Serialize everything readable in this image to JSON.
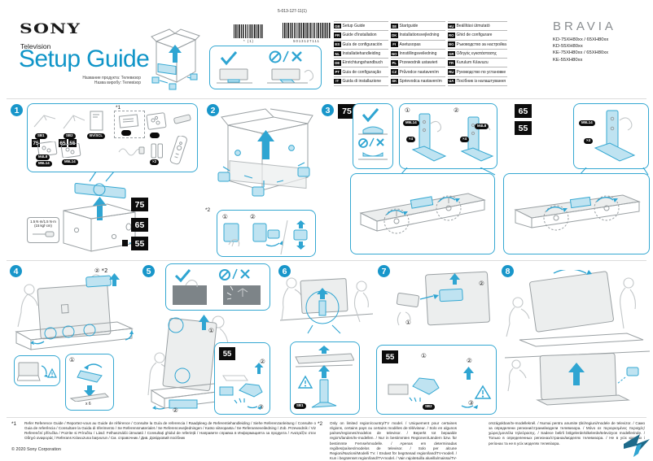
{
  "colors": {
    "accent_blue": "#1095c8",
    "illustration_blue": "#2fa5d2",
    "illustration_fill": "#bfe3f1",
    "label_black": "#0c0c0c"
  },
  "header": {
    "brand": "SONY",
    "product_type": "Television",
    "title": "Setup Guide",
    "product_name_ru": "Название продукта: Телевизор",
    "product_name_ua": "Назва виробу: Телевізор",
    "part_number": "5-013-127-11(1)",
    "barcode_note": "* (1)",
    "barcode_digits": "5013127111",
    "logo_bravia": "BRAVIA",
    "models": [
      "KD-75XH80xx / 65XH80xx",
      "KD-55XH80xx",
      "KE-75XH80xx / 65XH80xx",
      "KE-55XH80xx"
    ]
  },
  "languages": [
    {
      "code": "GB",
      "label": "Setup Guide"
    },
    {
      "code": "FR",
      "label": "Guide d'installation"
    },
    {
      "code": "ES",
      "label": "Guía de configuración"
    },
    {
      "code": "NL",
      "label": "Installatiehandleiding"
    },
    {
      "code": "DE",
      "label": "Einrichtungshandbuch"
    },
    {
      "code": "PT",
      "label": "Guia de configuração"
    },
    {
      "code": "IT",
      "label": "Guida di installazione"
    },
    {
      "code": "SE",
      "label": "Startguide"
    },
    {
      "code": "DK",
      "label": "Installationsvejledning"
    },
    {
      "code": "FI",
      "label": "Asetusopas"
    },
    {
      "code": "NO",
      "label": "Innstillingsveiledning"
    },
    {
      "code": "PL",
      "label": "Przewodnik ustawień"
    },
    {
      "code": "CZ",
      "label": "Průvodce nastavením"
    },
    {
      "code": "SK",
      "label": "Sprievodca nastavením"
    },
    {
      "code": "HU",
      "label": "Beállítási útmutató"
    },
    {
      "code": "RO",
      "label": "Ghid de configurare"
    },
    {
      "code": "BG",
      "label": "Ръководство за настройка"
    },
    {
      "code": "GR",
      "label": "Οδηγός εγκατάστασης"
    },
    {
      "code": "TR",
      "label": "Kurulum Kılavuzu"
    },
    {
      "code": "RU",
      "label": "Руководство по установке"
    },
    {
      "code": "UA",
      "label": "Посібник із налаштування"
    }
  ],
  "steps": {
    "step1": {
      "number": "1",
      "footnote_ref": "*1",
      "neck_label_1": "SB1",
      "neck_label_2": "SB2",
      "manual_label": "BV/SCL",
      "bag75_tag": "75",
      "bag75_screw_1": "M4L8",
      "bag75_screw_2": "M5L14",
      "bag6555_tag_65": "65",
      "bag6555_tag_55": "55",
      "bag6555_screw": "M5L14",
      "battery_qty": "×2",
      "size_tags": [
        "75",
        "65",
        "55"
      ],
      "torque_line1": "1.5 N·m/1.5 N·m",
      "torque_line2": "(15 kgf·cm)"
    },
    "step2": {
      "number": "2",
      "footnote_ref": "*2",
      "sub1": "①",
      "sub2": "②"
    },
    "step3": {
      "number": "3",
      "size_75": "75",
      "size_65": "65",
      "size_55": "55",
      "sub1": "①",
      "sub2": "②",
      "screw_a": "M5L14",
      "screw_b": "M4L8",
      "qty": "×4"
    },
    "step4": {
      "number": "4",
      "sub2_ref": "② *2",
      "sub1": "①",
      "qty": "x 6"
    },
    "step5": {
      "number": "5",
      "sub1": "①",
      "sub2": "②",
      "sub3": "③",
      "size_55": "55"
    },
    "step6": {
      "number": "6",
      "part_label": "SB1"
    },
    "step7": {
      "number": "7",
      "size_55": "55",
      "sub1": "①",
      "sub2": "②",
      "sub3": "③",
      "part_label": "SB2"
    },
    "step8": {
      "number": "8"
    }
  },
  "footnotes": {
    "star1_marker": "*1",
    "star1_text": "Refer Reference Guide / Reportez-vous au Guide de référence / Consulte la Guía de referencia / Raadpleeg de Referentiehandleiding / Siehe Referenzanleitung / Consulte o Guia de referência / Consultare la Guida di riferimento / Se Referensmaterialet / Se Referencevejledningen / Katso viiteopasta / Se Referanseveiledning / Zob. Przewodnik / Viz Referenční příručka / Pozrite si Príručku / Lásd: Felhasználói útmutató / Consultați ghidul de referință / Направете справка в Информацията за продукта / Ανατρέξτε στον Οδηγό αναφοράς / Referans Kılavuzuna başvurun / См. справочник / Див. Довідковий посібник",
    "copyright": "© 2020 Sony Corporation",
    "star2_marker": "*2",
    "star2_text_a": "Only on limited region/country/TV model. / Uniquement pour certaines régions, certains pays ou certains modèles de téléviseur. / Solo en algunos países/regiones/modelos de televisor. / Beperkt tot bepaalde regio's/landen/tv-modellen. / Nur in bestimmten Regionen/Ländern bzw. für bestimmte Fernsehmodelle. / Apenas em determinadas regiões/países/modelos de televisor. / Solo per alcune Regioni/Nazioni/Modelli TV. / Endast för begränsad region/land/TV-modell. / Kun i begrænset region/land/TV-model. / Vain rajoitetuilla alueilla/maissa/TV-malleissa. / Kun i begrenset region/land/TV-modell. / Wyłącznie w przypadku niektórych regionów/krajów/modeli telewizora. / Pouze pro některé oblasti/země/modely televizoru. / Len v obmedzených oblastiach/krajinách/modeloch TV prijímačov. / Csak egyes régiókban/",
    "star2_text_b": "országokban/tv-modelleknél. / Numai pentru anumite țări/regiuni/modele de televizor. / Само за определени региони/страни/модели телевизора. / Μόνο σε περιορισμένες περιοχές/χώρες/μοντέλα τηλεόρασης. / Sadece belirli bölgelerde/ülkelerde/televizyon modellerinde. / Только в определенных регионах/странах/моделях телевизора. / Не в усіх країнах і регіонах та не в усіх моделях телевізора."
  }
}
